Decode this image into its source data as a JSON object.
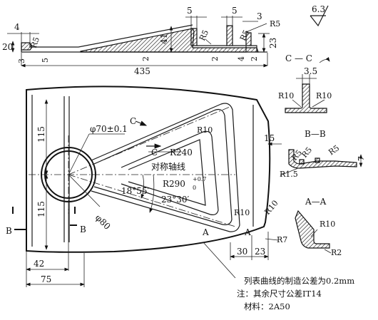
{
  "surface_finish": "6.3",
  "top_view_dims": {
    "d4_left": "4",
    "d20": "20",
    "r5_left": "R5",
    "d3": "3",
    "d5_left": "5",
    "d41": "41",
    "d2_a": "2",
    "d5_a": "5",
    "d5_b": "5",
    "r5_a": "R5",
    "r5_b": "R5",
    "r5_c": "R5",
    "d3_right": "3",
    "d2_b": "2",
    "d4_b": "4",
    "d2_c": "2",
    "d23": "23",
    "d435": "435"
  },
  "main_view": {
    "phi70": "φ70±0.1",
    "phi80": "φ80",
    "d115_top": "115",
    "d115_bottom": "115",
    "r10_top": "R10",
    "r240": "R240",
    "r290": "R290",
    "r290_tol_upper": "+0.7",
    "r290_tol_lower": "0",
    "axis_label": "对称轴线",
    "angle1": "18°55′",
    "angle2": "23°30′",
    "d15": "15",
    "r10_b": "R10",
    "r10_c": "R10",
    "r7": "R7",
    "d30": "30",
    "d23": "23",
    "d42": "42",
    "d75": "75",
    "c_label": "C",
    "b_label": "B",
    "a_label": "A"
  },
  "section_cc": {
    "title": "C — C",
    "d3_5": "3.5",
    "r10_l": "R10",
    "r10_r": "R10"
  },
  "section_bb": {
    "title": "B—B",
    "r5_a": "R5",
    "r5_b": "R5",
    "r5_c": "R5",
    "d7": "7",
    "r1_5": "R1.5"
  },
  "section_aa": {
    "title": "A—A",
    "r10": "R10",
    "r2": "R2"
  },
  "notes": {
    "curve_tol": "列表曲线的制造公差为0.2mm",
    "general_tol": "注：其余尺寸公差IT14",
    "material": "材料：2A50"
  }
}
